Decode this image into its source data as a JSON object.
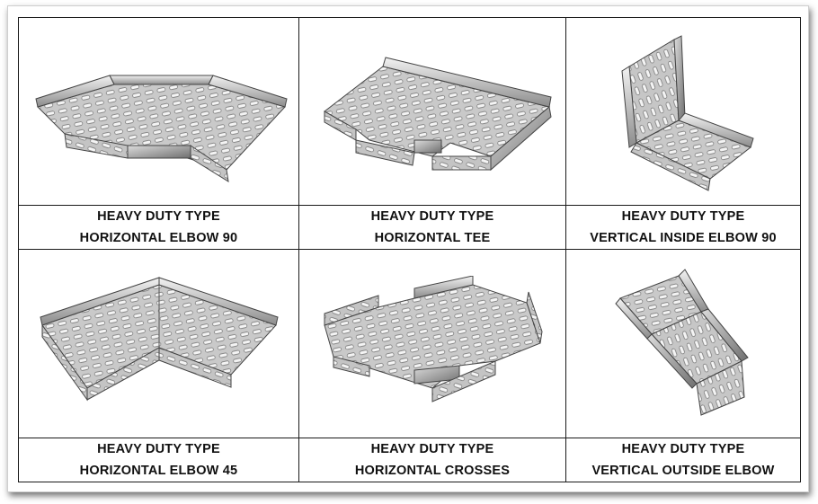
{
  "fittings": [
    {
      "title_line1": "HEAVY DUTY TYPE",
      "title_line2": "HORIZONTAL ELBOW 90",
      "icon": "horizontal-elbow-90-icon"
    },
    {
      "title_line1": "HEAVY DUTY TYPE",
      "title_line2": "HORIZONTAL TEE",
      "icon": "horizontal-tee-icon"
    },
    {
      "title_line1": "HEAVY DUTY TYPE",
      "title_line2": "VERTICAL INSIDE ELBOW 90",
      "icon": "vertical-inside-elbow-90-icon"
    },
    {
      "title_line1": "HEAVY DUTY TYPE",
      "title_line2": "HORIZONTAL ELBOW 45",
      "icon": "horizontal-elbow-45-icon"
    },
    {
      "title_line1": "HEAVY DUTY TYPE",
      "title_line2": "HORIZONTAL CROSSES",
      "icon": "horizontal-crosses-icon"
    },
    {
      "title_line1": "HEAVY DUTY TYPE",
      "title_line2": "VERTICAL OUTSIDE ELBOW",
      "icon": "vertical-outside-elbow-icon"
    }
  ]
}
